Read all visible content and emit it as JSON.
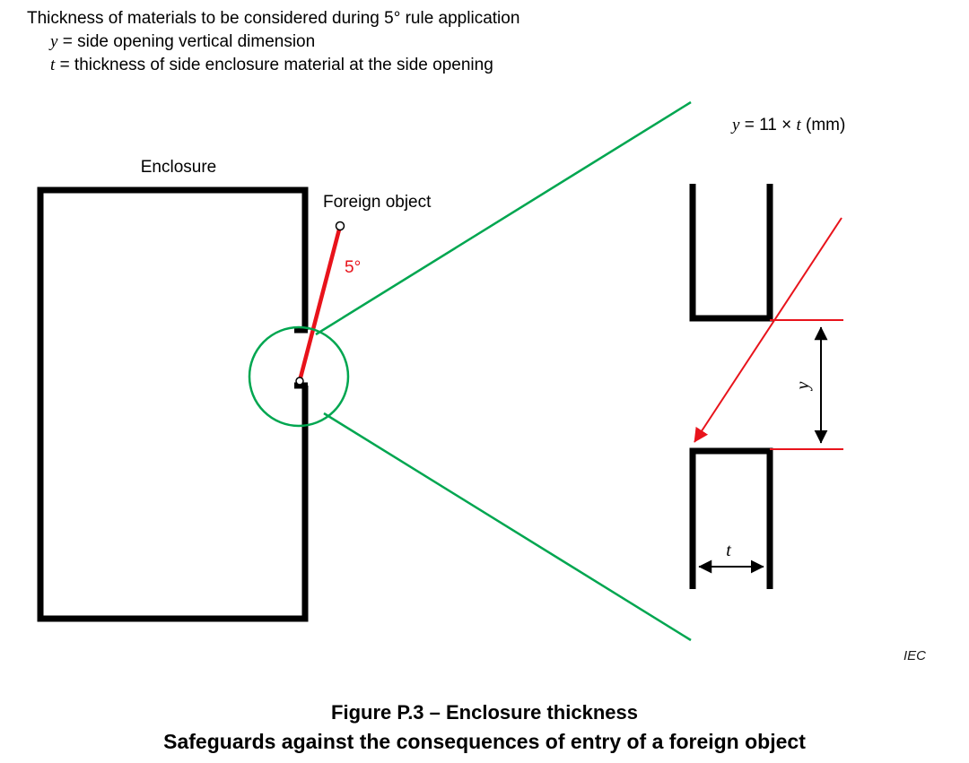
{
  "header": {
    "title": "Thickness of materials to be considered during 5° rule application",
    "def_y_var": "y",
    "def_y_text": "= side opening vertical dimension",
    "def_t_var": "t",
    "def_t_text": "= thickness of side enclosure material at the side opening"
  },
  "diagram": {
    "enclosure_label": "Enclosure",
    "foreign_object_label": "Foreign object",
    "angle_label": "5°",
    "colors": {
      "green": "#00a650",
      "red": "#e8131b"
    }
  },
  "detail": {
    "formula_y": "y",
    "formula_mid": " = 11 × ",
    "formula_t": "t",
    "formula_unit": " (mm)",
    "dim_y_label": "y",
    "dim_t_label": "t",
    "iec_label": "IEC"
  },
  "caption": {
    "line1": "Figure P.3 – Enclosure thickness",
    "line2": "Safeguards against the consequences of entry of a foreign object"
  }
}
